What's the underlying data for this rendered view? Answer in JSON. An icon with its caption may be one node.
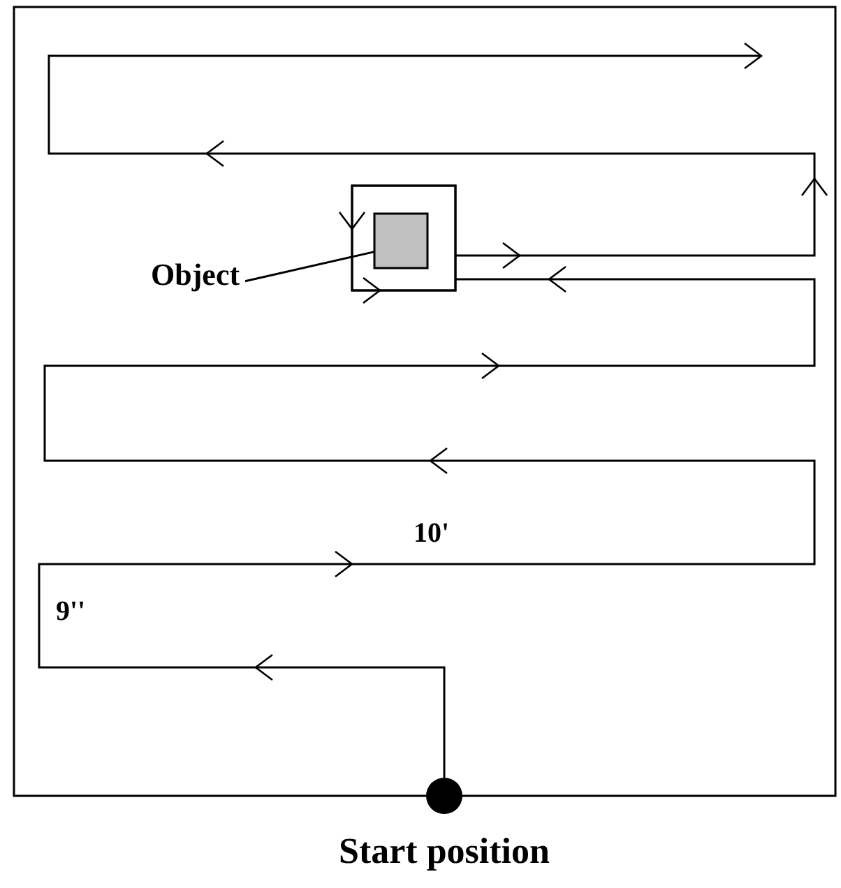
{
  "diagram": {
    "nodes": [
      {
        "text": [
          "Object"
        ]
      },
      {
        "text": [],
        "shape": "box"
      },
      {
        "text": [],
        "shape": "box",
        "in": 1
      },
      {
        "text": [],
        "shape": "circle",
        "beside": [
          "Start position"
        ]
      }
    ],
    "edges": [
      {
        "from": 0,
        "to": 2,
        "arrow": "none"
      },
      {
        "from": 3,
        "to": null,
        "arrow": "to"
      }
    ],
    "labels": [
      "10'",
      "9''"
    ]
  }
}
